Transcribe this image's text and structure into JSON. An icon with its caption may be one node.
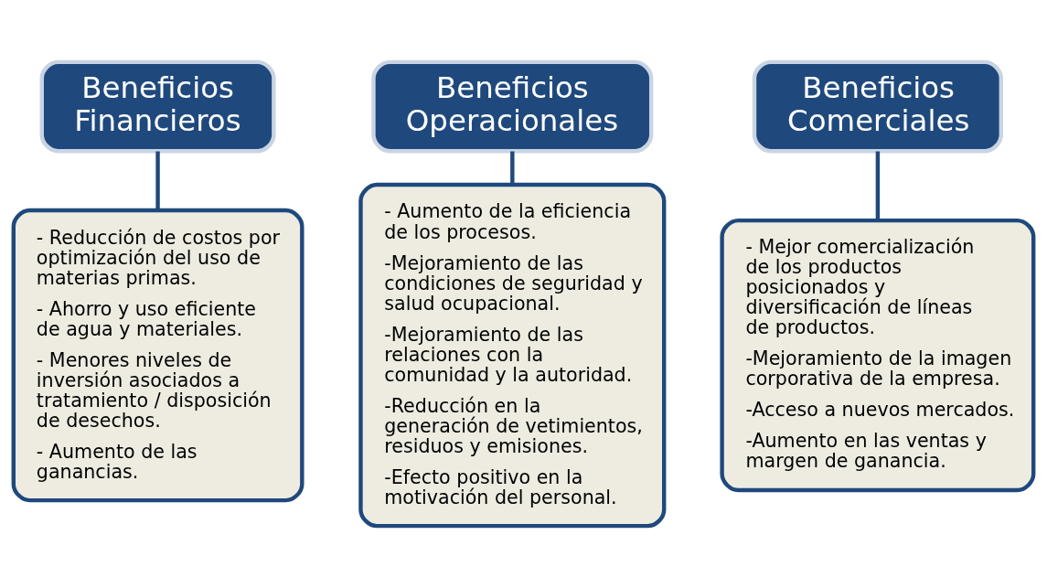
{
  "diagram": {
    "nodes": [
      {
        "text": [
          "Beneficios Financieros"
        ]
      },
      {
        "text": [
          "- Reducción de costos por optimización del uso de materias primas.",
          "- Ahorro y uso eficiente de agua y materiales.",
          "- Menores niveles de inversión asociados a tratamiento / disposición de desechos.",
          "- Aumento de las ganancias."
        ]
      },
      {
        "text": [
          "Beneficios Operacionales"
        ]
      },
      {
        "text": [
          "- Aumento de la eficiencia de los procesos.",
          "-Mejoramiento de las condiciones de seguridad y salud ocupacional.",
          "-Mejoramiento de las relaciones con la comunidad y la autoridad.",
          "-Reducción en la generación de vetimientos, residuos y emisiones.",
          "-Efecto positivo en la motivación del personal."
        ]
      },
      {
        "text": [
          "Beneficios Comerciales"
        ]
      },
      {
        "text": [
          "- Mejor comercialización de los productos posicionados y diversificación de líneas de productos.",
          "-Mejoramiento de la imagen corporativa de la empresa.",
          "-Acceso a nuevos mercados.",
          "-Aumento en las ventas y margen de ganancia."
        ]
      }
    ],
    "edges": [
      {
        "from": 0,
        "to": 1,
        "arrow": "none"
      },
      {
        "from": 2,
        "to": 3,
        "arrow": "none"
      },
      {
        "from": 4,
        "to": 5,
        "arrow": "none"
      }
    ]
  }
}
